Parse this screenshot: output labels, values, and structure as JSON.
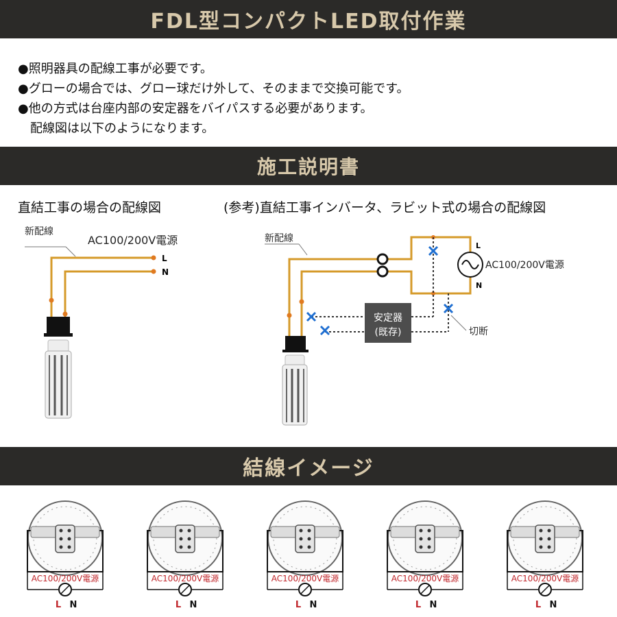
{
  "header": {
    "title": "FDL型コンパクトLED取付作業"
  },
  "notes": [
    "●照明器具の配線工事が必要です。",
    "●グローの場合では、グロー球だけ外して、そのままで交換可能です。",
    "●他の方式は台座内部の安定器をバイパスする必要があります。",
    "配線図は以下のようになります。"
  ],
  "section_construction": {
    "title": "施工説明書"
  },
  "left_diagram": {
    "title": "直結工事の場合の配線図",
    "wire_label": "新配線",
    "power_label": "AC100/200V電源",
    "terminal_l": "L",
    "terminal_n": "N"
  },
  "right_diagram": {
    "title": "(参考)直結工事インバータ、ラビット式の場合の配線図",
    "wire_label": "新配線",
    "power_label": "AC100/200V電源",
    "terminal_l": "L",
    "terminal_n": "N",
    "ballast_line1": "安定器",
    "ballast_line2": "(既存)",
    "cut_label": "切断"
  },
  "section_wiring": {
    "title": "結線イメージ"
  },
  "wiring_images": [
    {
      "power_label": "AC100/200V電源",
      "l": "L",
      "n": "N"
    },
    {
      "power_label": "AC100/200V電源",
      "l": "L",
      "n": "N"
    },
    {
      "power_label": "AC100/200V電源",
      "l": "L",
      "n": "N"
    },
    {
      "power_label": "AC100/200V電源",
      "l": "L",
      "n": "N"
    },
    {
      "power_label": "AC100/200V電源",
      "l": "L",
      "n": "N"
    }
  ],
  "colors": {
    "band_bg": "#2b2a28",
    "band_text": "#d8c9ab",
    "wire": "#d59a2a",
    "cross": "#1f6fd1",
    "power_label": "#c0262b"
  }
}
